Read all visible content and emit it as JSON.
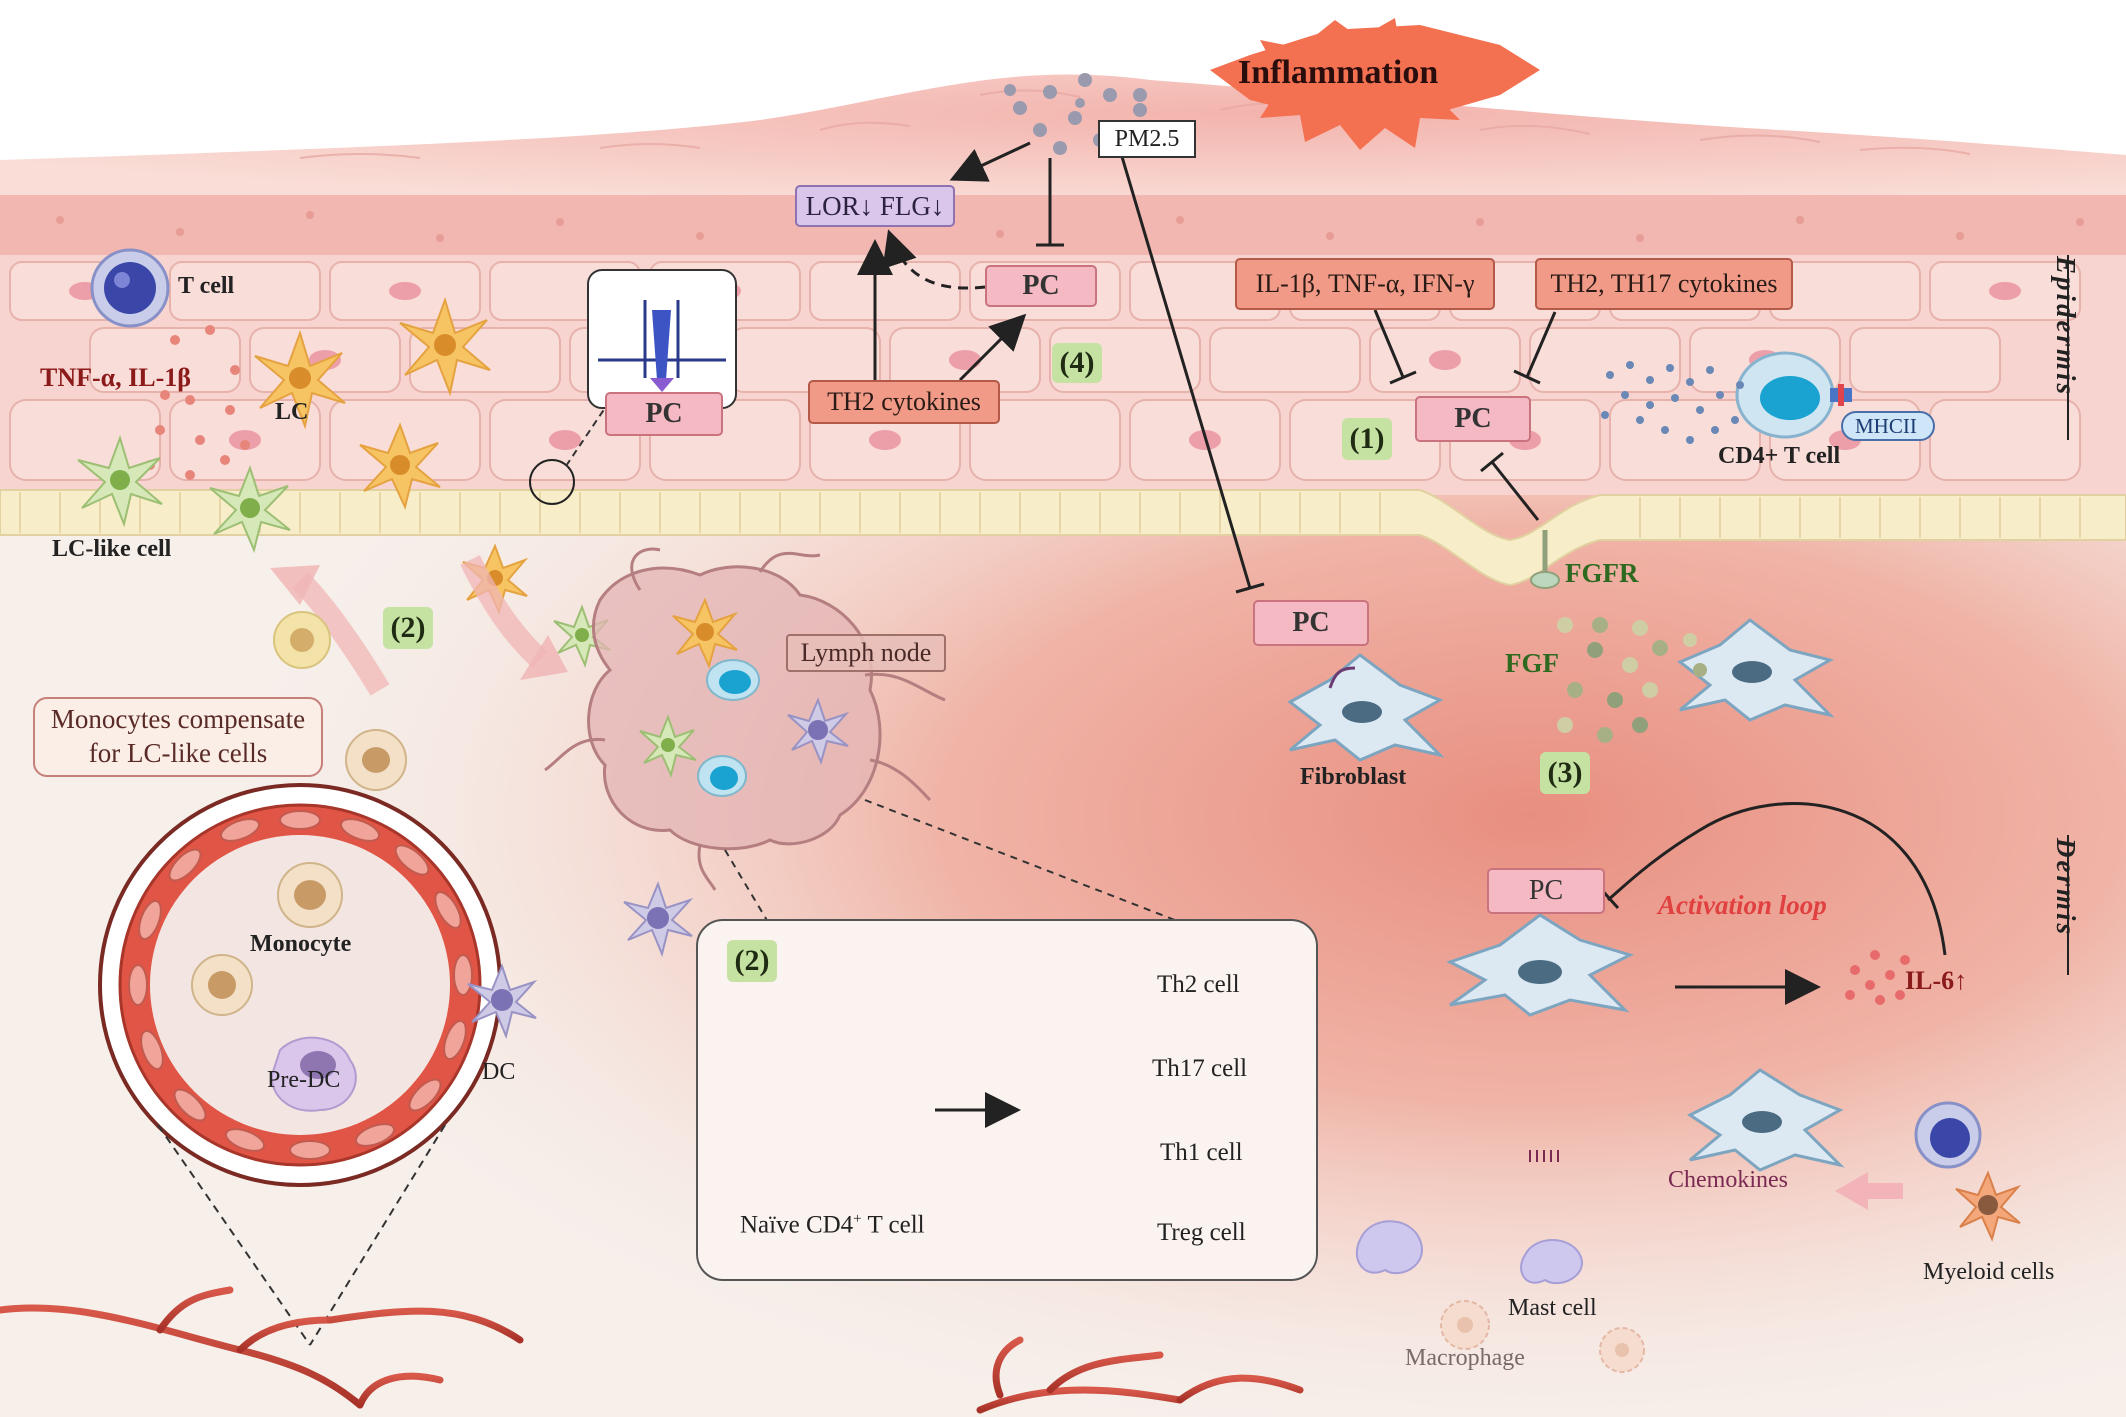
{
  "title_burst": "Inflammation",
  "pollutant": "PM2.5",
  "barrier_proteins": "LOR↓ FLG↓",
  "pc": "PC",
  "cytokines": {
    "th2": "TH2 cytokines",
    "inflammatory": "IL-1β, TNF-α, IFN-γ",
    "th2_th17": "TH2, TH17 cytokines",
    "tnf_il1b": "TNF-α,  IL-1β",
    "il6": "IL-6↑",
    "chemokines": "Chemokines"
  },
  "steps": {
    "s1": "(1)",
    "s2": "(2)",
    "s3": "(3)",
    "s4": "(4)"
  },
  "layers": {
    "epidermis": "Epidermis",
    "dermis": "Dermis"
  },
  "cells": {
    "t_cell": "T cell",
    "lc": "LC",
    "lc_like": "LC-like cell",
    "cd4_t": "CD4+ T cell",
    "mhcii": "MHCII",
    "fibroblast": "Fibroblast",
    "monocyte": "Monocyte",
    "pre_dc": "Pre-DC",
    "dc": "DC",
    "naive_prefix": "Naïve CD4",
    "naive_sup": "+",
    "naive_suffix": " T cell",
    "th2": "Th2 cell",
    "th17": "Th17 cell",
    "th1": "Th1 cell",
    "treg": "Treg cell",
    "mast": "Mast cell",
    "macrophage": "Macrophage",
    "myeloid": "Myeloid cells"
  },
  "receptors": {
    "fgfr": "FGFR",
    "fgf": "FGF"
  },
  "lymph_node": "Lymph node",
  "monocytes_note": [
    "Monocytes compensate",
    "for LC-like cells"
  ],
  "activation_loop": "Activation loop",
  "colors": {
    "pc_fill": "#f4b9c2",
    "cytokine_fill": "#f09a87",
    "step_badge": "#c6e2a3",
    "skin_pink": "#f5c6c0",
    "basal_layer": "#f7edc9",
    "dermis_red": "#eb9a8a",
    "vessel": "#c0392b",
    "loop_text": "#e04040"
  }
}
